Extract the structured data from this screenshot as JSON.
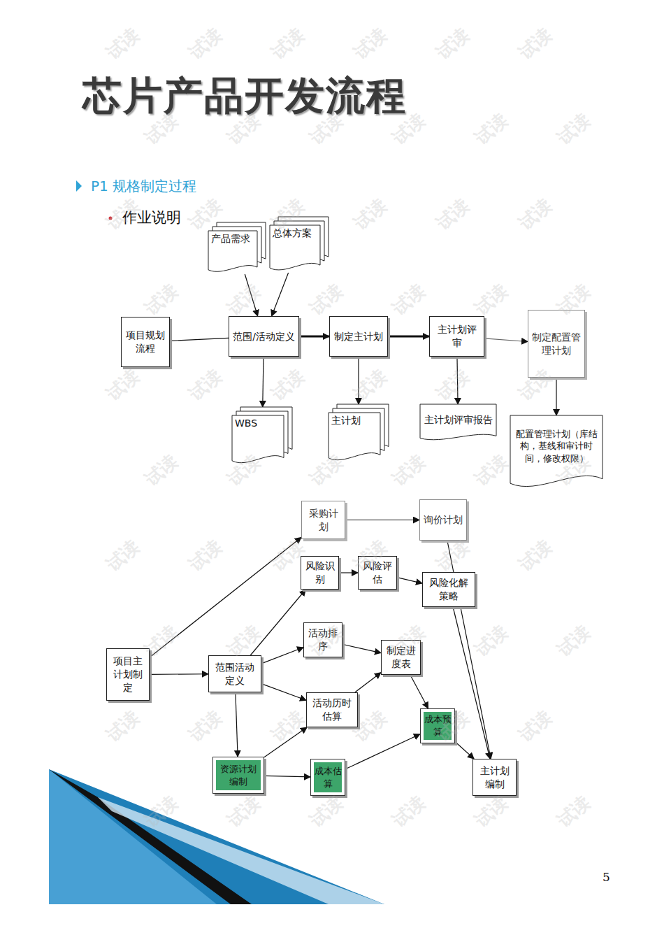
{
  "diagram": {
    "title": "芯片产品开发流程",
    "nodes": [
      {
        "text": [
          "产品需求"
        ]
      },
      {
        "text": [
          "总体方案"
        ]
      },
      {
        "text": [
          "项目规划流程"
        ]
      },
      {
        "text": [
          "范围/活动定义"
        ]
      },
      {
        "text": [
          "制定主计划"
        ]
      },
      {
        "text": [
          "主计划评审"
        ]
      },
      {
        "text": [
          "制定配置管理计划"
        ]
      },
      {
        "text": [
          "WBS"
        ]
      },
      {
        "text": [
          "主计划"
        ]
      },
      {
        "text": [
          "主计划评审报告"
        ]
      },
      {
        "text": [
          "配置管理计划（库结构，基线和审计时间，修改权限）"
        ]
      },
      {
        "text": [
          "采购计划"
        ]
      },
      {
        "text": [
          "询价计划"
        ]
      },
      {
        "text": [
          "风险识别"
        ]
      },
      {
        "text": [
          "风险评估"
        ]
      },
      {
        "text": [
          "风险化解策略"
        ]
      },
      {
        "text": [
          "活动排序"
        ]
      },
      {
        "text": [
          "制定进度表"
        ]
      },
      {
        "text": [
          "项目主计划制定"
        ]
      },
      {
        "text": [
          "范围活动定义"
        ]
      },
      {
        "text": [
          "活动历时估算"
        ]
      },
      {
        "text": [
          "成本预算"
        ]
      },
      {
        "text": [
          "资源计划编制"
        ]
      },
      {
        "text": [
          "成本估算"
        ]
      },
      {
        "text": [
          "主计划编制"
        ]
      }
    ],
    "edges": [
      {
        "from": 0,
        "to": 3,
        "arrow": "to"
      },
      {
        "from": 1,
        "to": 3,
        "arrow": "to"
      },
      {
        "from": 2,
        "to": 3,
        "arrow": "none"
      },
      {
        "from": 3,
        "to": 4,
        "arrow": "to"
      },
      {
        "from": 4,
        "to": 5,
        "arrow": "to"
      },
      {
        "from": 5,
        "to": 6,
        "arrow": "to"
      },
      {
        "from": 3,
        "to": 7,
        "arrow": "to"
      },
      {
        "from": 4,
        "to": 8,
        "arrow": "to"
      },
      {
        "from": 5,
        "to": 9,
        "arrow": "to"
      },
      {
        "from": 6,
        "to": 10,
        "arrow": "to"
      },
      {
        "from": 18,
        "to": 11,
        "arrow": "to"
      },
      {
        "from": 18,
        "to": 19,
        "arrow": "to"
      },
      {
        "from": 11,
        "to": 12,
        "arrow": "to"
      },
      {
        "from": 12,
        "to": 24,
        "arrow": "to"
      },
      {
        "from": 13,
        "to": 14,
        "arrow": "to"
      },
      {
        "from": 14,
        "to": 15,
        "arrow": "to"
      },
      {
        "from": 15,
        "to": 24,
        "arrow": "to"
      },
      {
        "from": 19,
        "to": 13,
        "arrow": "to"
      },
      {
        "from": 19,
        "to": 16,
        "arrow": "to"
      },
      {
        "from": 19,
        "to": 20,
        "arrow": "to"
      },
      {
        "from": 19,
        "to": 22,
        "arrow": "to"
      },
      {
        "from": 16,
        "to": 17,
        "arrow": "to"
      },
      {
        "from": 20,
        "to": 17,
        "arrow": "to"
      },
      {
        "from": 17,
        "to": 21,
        "arrow": "to"
      },
      {
        "from": 22,
        "to": 20,
        "arrow": "to"
      },
      {
        "from": 22,
        "to": 23,
        "arrow": "to"
      },
      {
        "from": 23,
        "to": 21,
        "arrow": "to"
      },
      {
        "from": 21,
        "to": 24,
        "arrow": "to"
      }
    ],
    "labels": [
      "P1 规格制定过程",
      "作业说明",
      "5",
      "试读",
      "试读",
      "试读",
      "试读",
      "试读",
      "试读",
      "试读",
      "试读",
      "试读",
      "试读",
      "试读",
      "试读",
      "试读",
      "试读",
      "试读",
      "试读",
      "试读",
      "试读",
      "试读",
      "试读",
      "试读",
      "试读",
      "试读",
      "试读",
      "试读",
      "试读",
      "试读",
      "试读",
      "试读",
      "试读",
      "试读",
      "试读",
      "试读",
      "试读",
      "试读",
      "试读",
      "试读",
      "试读",
      "试读",
      "试读",
      "试读",
      "试读",
      "试读",
      "试读",
      "试读",
      "试读",
      "试读",
      "试读",
      "试读",
      "试读",
      "试读",
      "试读",
      "试读",
      "试读",
      "试读",
      "试读",
      "试读",
      "试读",
      "试读",
      "试读"
    ]
  }
}
